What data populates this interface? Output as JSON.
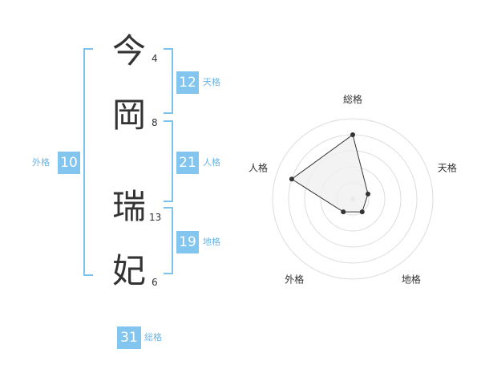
{
  "name": {
    "chars": [
      {
        "char": "今",
        "strokes": "4"
      },
      {
        "char": "岡",
        "strokes": "8"
      },
      {
        "char": "瑞",
        "strokes": "13"
      },
      {
        "char": "妃",
        "strokes": "6"
      }
    ]
  },
  "scores": {
    "tenkaku": {
      "value": "12",
      "label": "天格"
    },
    "jinkaku": {
      "value": "21",
      "label": "人格"
    },
    "chikaku": {
      "value": "19",
      "label": "地格"
    },
    "gaikaku": {
      "value": "10",
      "label": "外格"
    },
    "soukaku": {
      "value": "31",
      "label": "総格"
    }
  },
  "chart_data": {
    "type": "radar",
    "axes": [
      "総格",
      "天格",
      "地格",
      "外格",
      "人格"
    ],
    "values": [
      4,
      1,
      1,
      1,
      4
    ],
    "rmax": 5,
    "rings": 5,
    "colors": {
      "ring": "#dddddd",
      "fill": "#f0f0f0",
      "line": "#333333",
      "point": "#333333",
      "center": "#cccccc"
    }
  }
}
